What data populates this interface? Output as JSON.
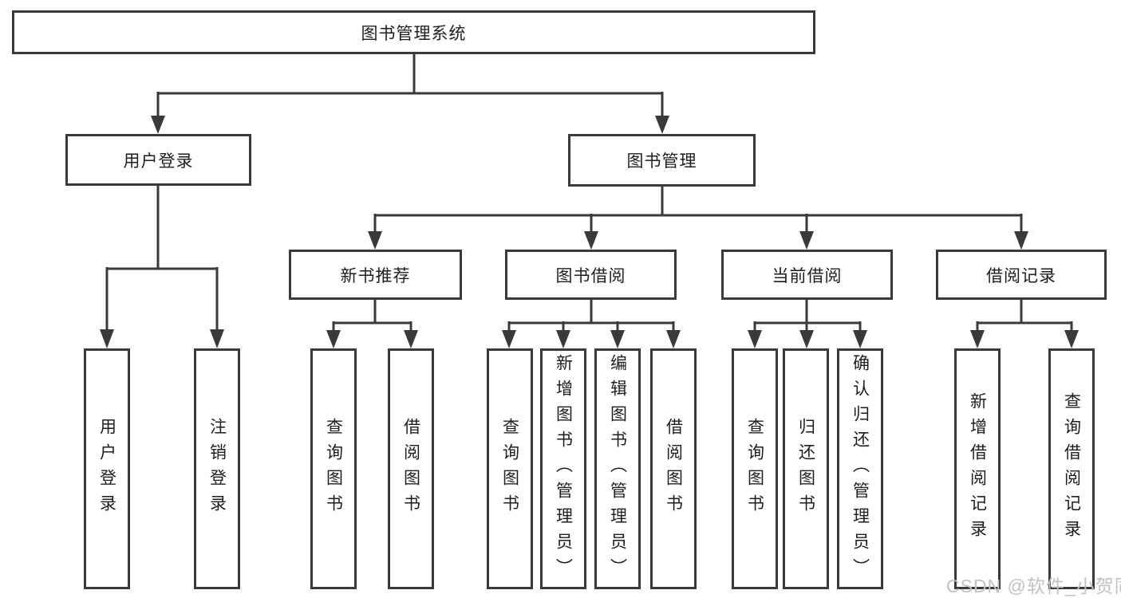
{
  "tree": {
    "label": "图书管理系统",
    "children": [
      {
        "label": "用户登录",
        "children": [
          {
            "label": "用户登录"
          },
          {
            "label": "注销登录"
          }
        ]
      },
      {
        "label": "图书管理",
        "children": [
          {
            "label": "新书推荐",
            "children": [
              {
                "label": "查询图书"
              },
              {
                "label": "借阅图书"
              }
            ]
          },
          {
            "label": "图书借阅",
            "children": [
              {
                "label": "查询图书"
              },
              {
                "label": "新增图书（管理员）"
              },
              {
                "label": "编辑图书（管理员）"
              },
              {
                "label": "借阅图书"
              }
            ]
          },
          {
            "label": "当前借阅",
            "children": [
              {
                "label": "查询图书"
              },
              {
                "label": "归还图书"
              },
              {
                "label": "确认归还（管理员）"
              }
            ]
          },
          {
            "label": "借阅记录",
            "children": [
              {
                "label": "新增借阅记录"
              },
              {
                "label": "查询借阅记录"
              }
            ]
          }
        ]
      }
    ]
  },
  "watermark": {
    "text": "CSDN @软件_小贺同学",
    "color": "#c2c2c2"
  },
  "colors": {
    "line": "#3a3a3a",
    "box_border": "#3a3a3a",
    "box_background": "#ffffff",
    "text": "#1e1e1e",
    "page_background": "#ffffff"
  }
}
